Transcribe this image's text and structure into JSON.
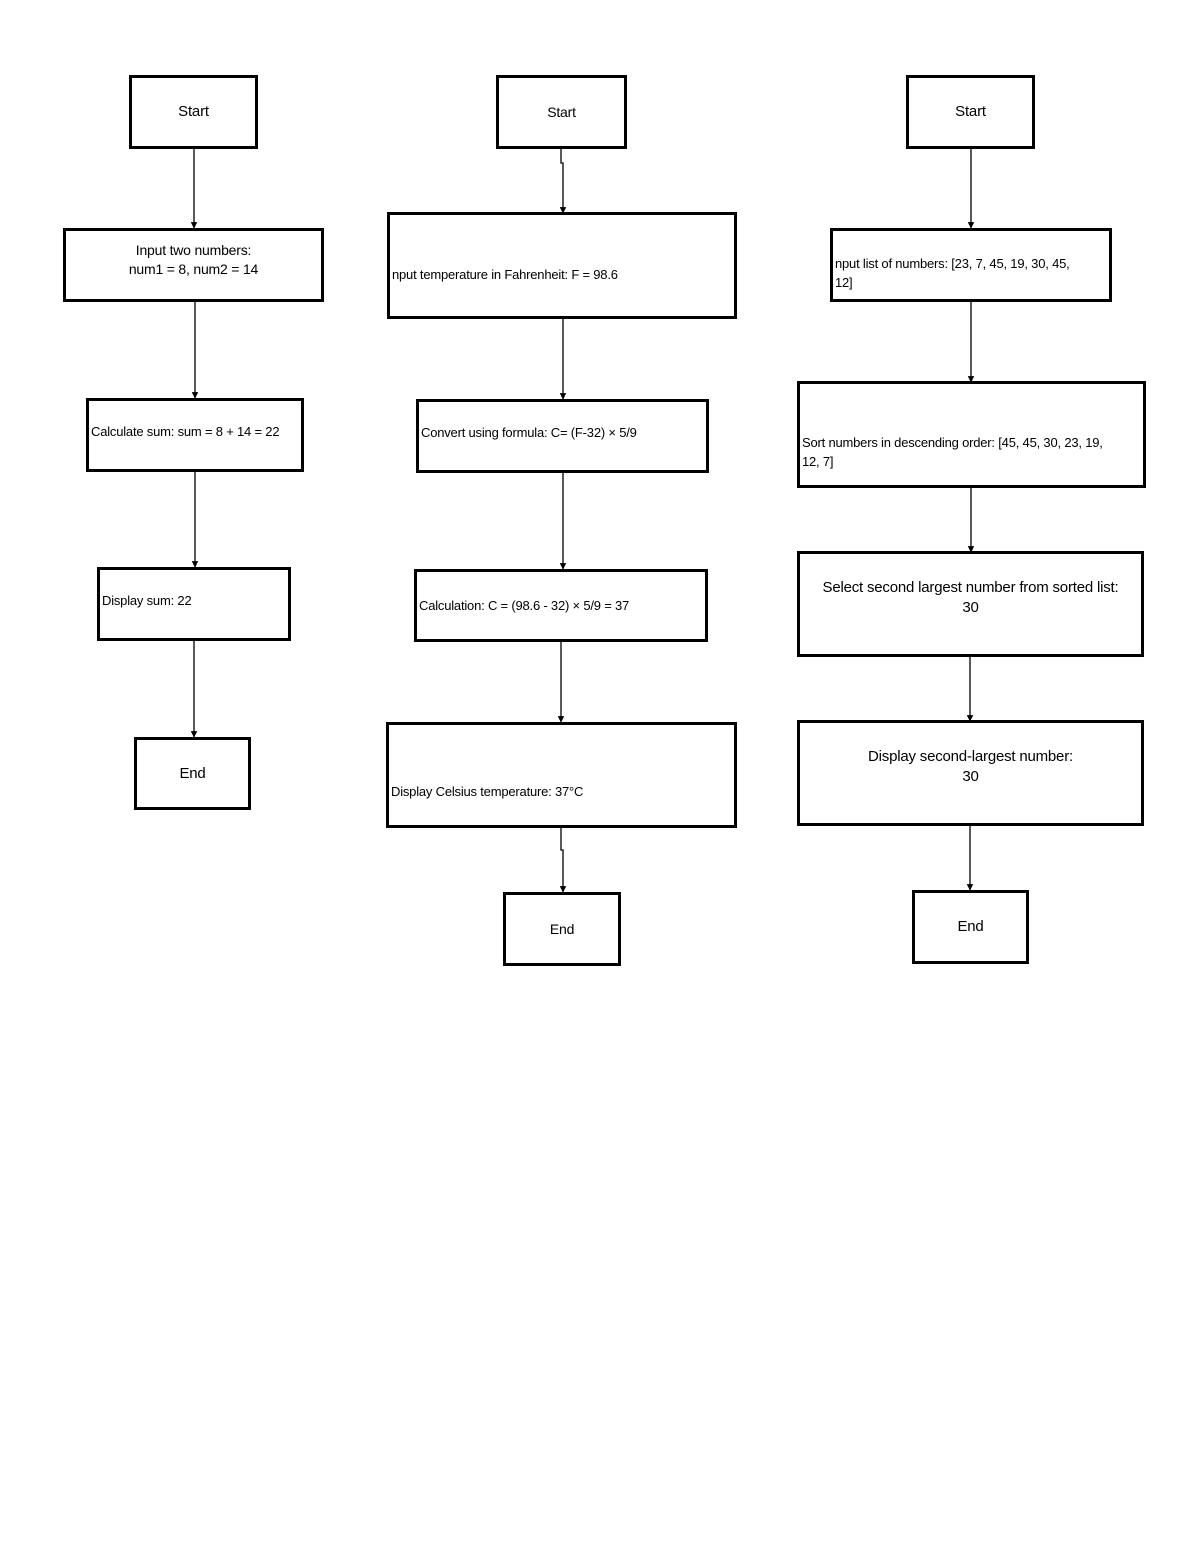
{
  "flowcharts": [
    {
      "id": "sum",
      "nodes": [
        {
          "id": "start",
          "text": "Start"
        },
        {
          "id": "input",
          "text": "Input two numbers:\nnum1 = 8, num2 = 14"
        },
        {
          "id": "calc",
          "text": "Calculate sum: sum = 8 + 14 = 22"
        },
        {
          "id": "display",
          "text": "Display sum: 22"
        },
        {
          "id": "end",
          "text": "End"
        }
      ]
    },
    {
      "id": "temperature",
      "nodes": [
        {
          "id": "start",
          "text": "Start"
        },
        {
          "id": "input",
          "text": "nput temperature in Fahrenheit: F = 98.6"
        },
        {
          "id": "convert",
          "text": "Convert using formula: C= (F-32) × 5/9"
        },
        {
          "id": "calc",
          "text": "Calculation: C = (98.6 - 32) × 5/9 = 37"
        },
        {
          "id": "display",
          "text": "Display Celsius temperature: 37°C"
        },
        {
          "id": "end",
          "text": "End"
        }
      ]
    },
    {
      "id": "second-largest",
      "nodes": [
        {
          "id": "start",
          "text": "Start"
        },
        {
          "id": "input",
          "text": "nput list of numbers: [23, 7, 45, 19, 30, 45,\n12]"
        },
        {
          "id": "sort",
          "text": "Sort numbers in descending order: [45, 45, 30, 23, 19,\n12, 7]"
        },
        {
          "id": "select",
          "text": "Select second largest number from sorted list:\n30"
        },
        {
          "id": "display",
          "text": "Display second-largest number:\n30"
        },
        {
          "id": "end",
          "text": "End"
        }
      ]
    }
  ]
}
